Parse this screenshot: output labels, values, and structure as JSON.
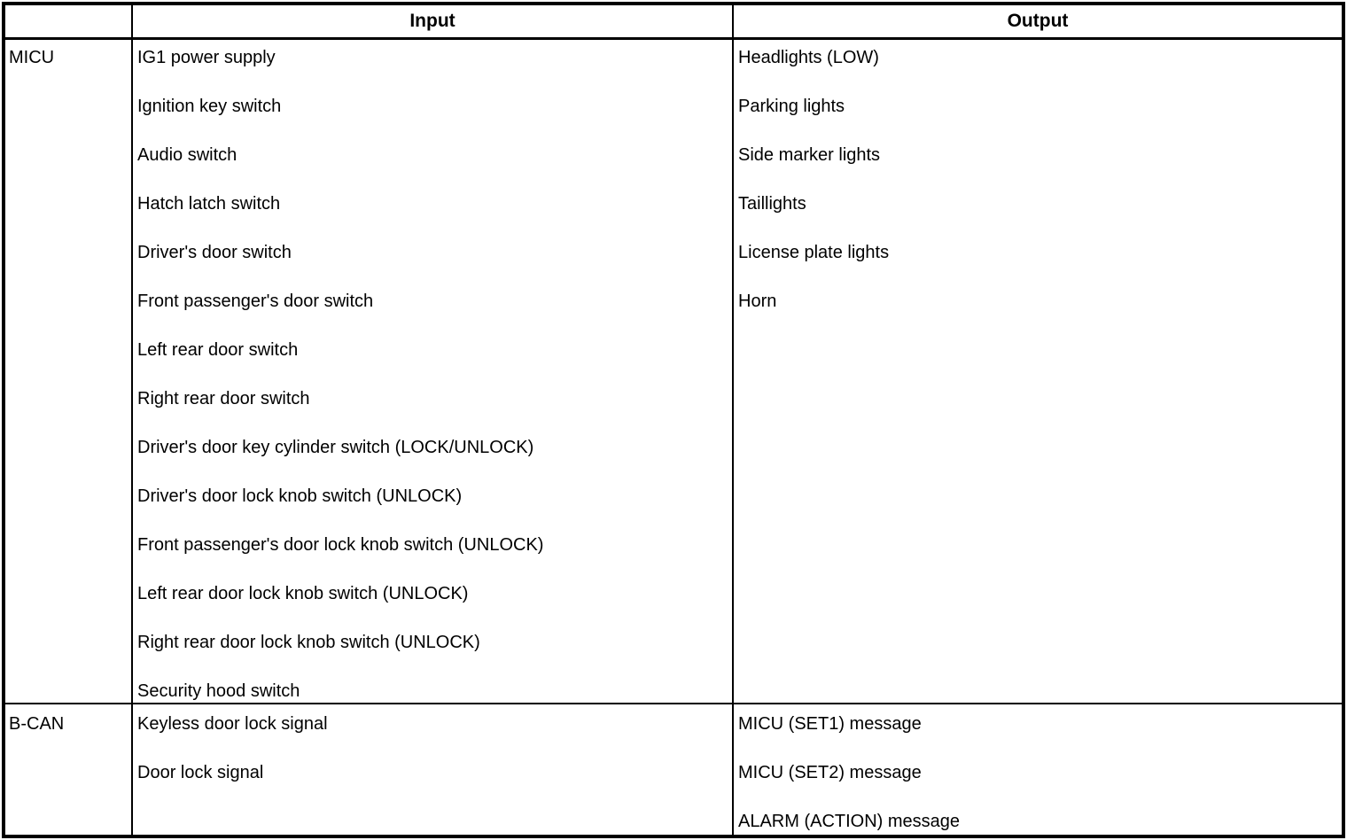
{
  "table": {
    "header": {
      "input": "Input",
      "output": "Output"
    },
    "rows": [
      {
        "label": "MICU",
        "inputs": [
          "IG1 power supply",
          "Ignition key switch",
          "Audio switch",
          "Hatch latch switch",
          "Driver's door switch",
          "Front passenger's door switch",
          "Left rear door switch",
          "Right rear door switch",
          "Driver's door key cylinder switch (LOCK/UNLOCK)",
          "Driver's door lock knob switch (UNLOCK)",
          "Front passenger's door lock knob switch (UNLOCK)",
          "Left rear door lock knob switch (UNLOCK)",
          "Right rear door lock knob switch (UNLOCK)",
          "Security hood switch"
        ],
        "outputs": [
          "Headlights (LOW)",
          "Parking lights",
          "Side marker lights",
          "Taillights",
          "License plate lights",
          "Horn"
        ]
      },
      {
        "label": "B-CAN",
        "inputs": [
          "Keyless door lock signal",
          "Door lock signal"
        ],
        "outputs": [
          "MICU (SET1) message",
          "MICU (SET2) message",
          "ALARM (ACTION) message"
        ]
      }
    ]
  },
  "colors": {
    "border": "#000000",
    "background": "#ffffff",
    "text": "#000000"
  }
}
